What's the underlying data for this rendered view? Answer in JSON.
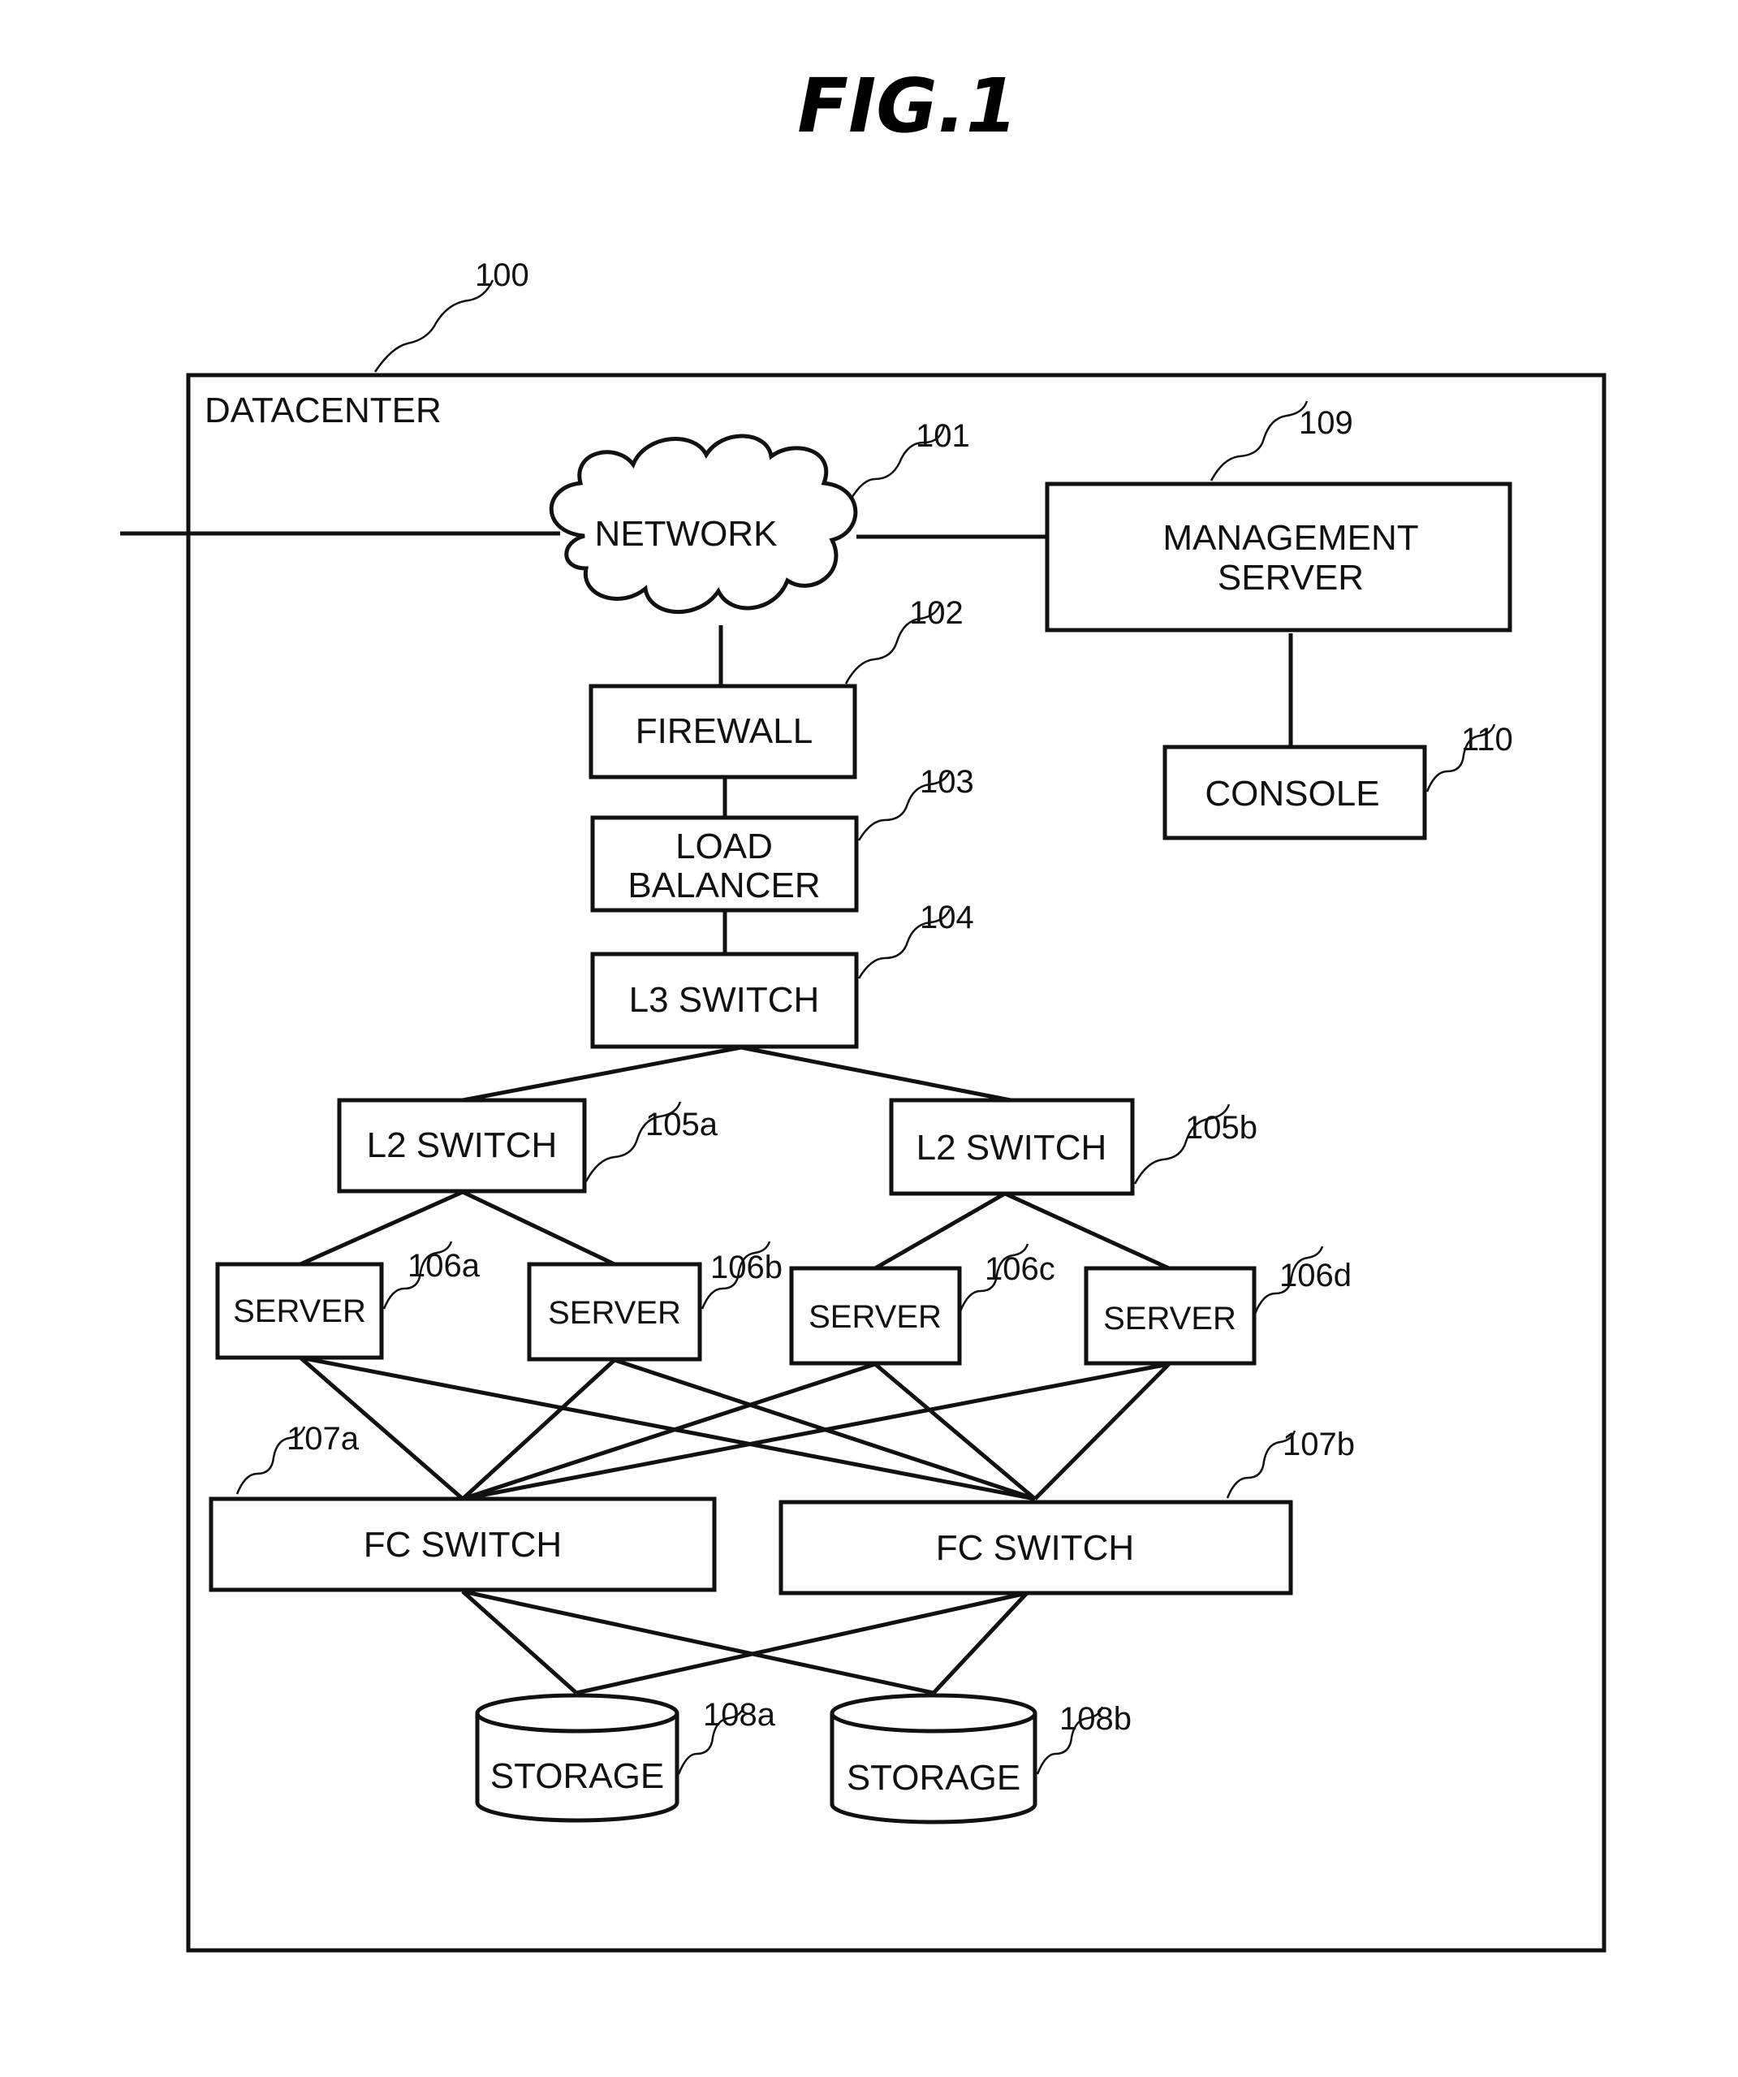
{
  "figure": {
    "title": "FIG.1"
  },
  "datacenter": {
    "label": "DATACENTER",
    "ref": "100"
  },
  "nodes": {
    "network": {
      "label": "NETWORK",
      "ref": "101"
    },
    "firewall": {
      "label": "FIREWALL",
      "ref": "102"
    },
    "load_balancer": {
      "line1": "LOAD",
      "line2": "BALANCER",
      "ref": "103"
    },
    "l3_switch": {
      "label": "L3 SWITCH",
      "ref": "104"
    },
    "l2_switch_a": {
      "label": "L2 SWITCH",
      "ref": "105a"
    },
    "l2_switch_b": {
      "label": "L2 SWITCH",
      "ref": "105b"
    },
    "server_a": {
      "label": "SERVER",
      "ref": "106a"
    },
    "server_b": {
      "label": "SERVER",
      "ref": "106b"
    },
    "server_c": {
      "label": "SERVER",
      "ref": "106c"
    },
    "server_d": {
      "label": "SERVER",
      "ref": "106d"
    },
    "fc_switch_a": {
      "label": "FC SWITCH",
      "ref": "107a"
    },
    "fc_switch_b": {
      "label": "FC SWITCH",
      "ref": "107b"
    },
    "storage_a": {
      "label": "STORAGE",
      "ref": "108a"
    },
    "storage_b": {
      "label": "STORAGE",
      "ref": "108b"
    },
    "management_server": {
      "line1": "MANAGEMENT",
      "line2": "SERVER",
      "ref": "109"
    },
    "console": {
      "label": "CONSOLE",
      "ref": "110"
    }
  }
}
